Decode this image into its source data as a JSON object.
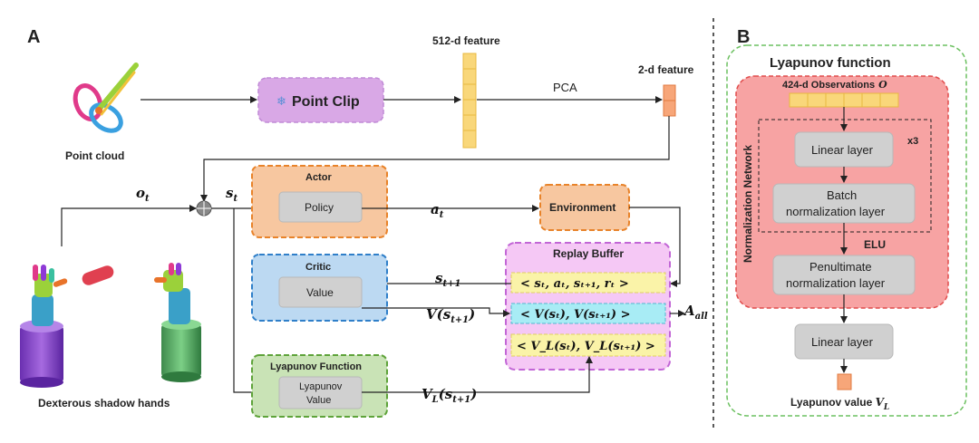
{
  "panel_a": {
    "letter": "A",
    "point_cloud_label": "Point cloud",
    "point_clip_label": "Point Clip",
    "feature_512_label": "512-d feature",
    "pca_label": "PCA",
    "feature_2_label": "2-d feature",
    "o_t": "o",
    "o_t_sub": "t",
    "s_t": "s",
    "s_t_sub": "t",
    "actor": {
      "title": "Actor",
      "inner": "Policy"
    },
    "a_t": "a",
    "a_t_sub": "t",
    "environment": "Environment",
    "replay_buffer": {
      "title": "Replay Buffer",
      "row1": "< sₜ, aₜ, sₜ₊₁, rₜ >",
      "row2": "< V(sₜ), V(sₜ₊₁) >",
      "row3": "< V_L(sₜ), V_L(sₜ₊₁) >"
    },
    "s_t1": "s",
    "s_t1_sub": "t+1",
    "critic": {
      "title": "Critic",
      "inner": "Value"
    },
    "v_s_t1": "V(s",
    "v_s_t1_sub": "t+1",
    "v_s_t1_close": ")",
    "a_all": "A",
    "a_all_sub": "all",
    "lyapunov": {
      "title": "Lyapunov Function",
      "inner_line1": "Lyapunov",
      "inner_line2": "Value"
    },
    "vl_s_t1": "V",
    "vl_sub": "L",
    "vl_paren": "(s",
    "vl_s_t1_sub": "t+1",
    "vl_close": ")",
    "hands_label": "Dexterous shadow hands"
  },
  "panel_b": {
    "letter": "B",
    "title": "Lyapunov function",
    "observations_label": "424-d  Observations",
    "observations_symbol": "O",
    "network_label": "Normalization Network",
    "linear_layer": "Linear layer",
    "repeat": "x3",
    "batch_norm_line1": "Batch",
    "batch_norm_line2": "normalization layer",
    "elu": "ELU",
    "penultimate_line1": "Penultimate",
    "penultimate_line2": "normalization layer",
    "linear_layer_out": "Linear layer",
    "output_label": "Lyapunov value ",
    "output_symbol": "V",
    "output_symbol_sub": "L"
  },
  "colors": {
    "point_clip_fill": "#d9a8e6",
    "actor_fill": "#f7c7a0",
    "actor_stroke": "#e8832a",
    "critic_fill": "#bcd9f2",
    "critic_stroke": "#2f7fc9",
    "lyapunov_fill": "#c9e3b6",
    "lyapunov_stroke": "#5ea33a",
    "replay_fill": "#f5c8f5",
    "replay_stroke": "#c266d6",
    "feature_fill": "#f9d77a",
    "feature2_fill": "#f7a679",
    "panel_b_fill": "#f7a3a3",
    "panel_b_stroke": "#e04c4c"
  }
}
